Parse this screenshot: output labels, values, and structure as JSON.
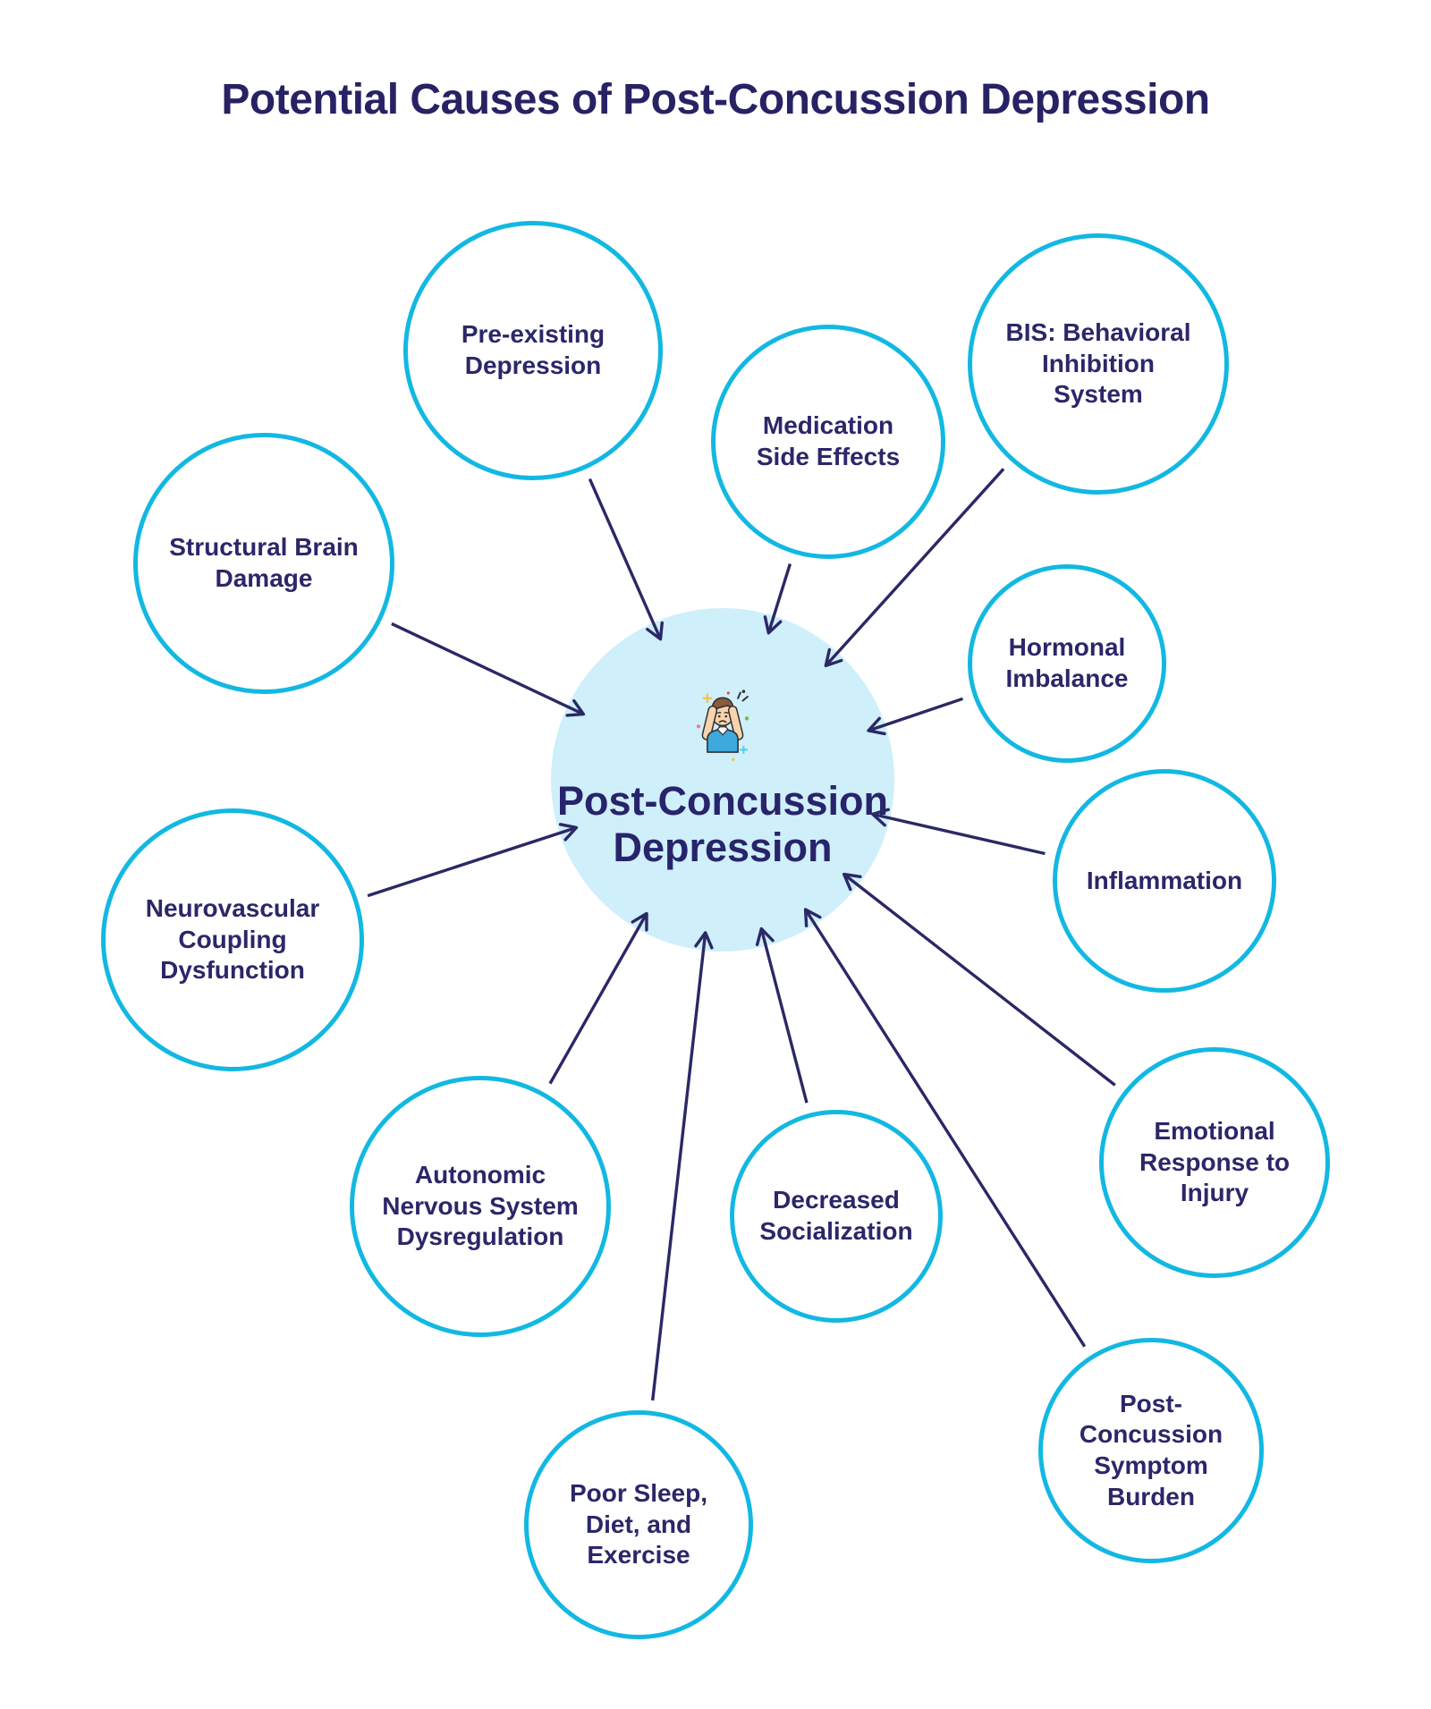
{
  "title": "Potential Causes of Post-Concussion Depression",
  "center": {
    "icon": "stressed-person-icon",
    "lines": [
      "Post-Concussion",
      "Depression"
    ]
  },
  "causes": [
    {
      "id": "pre-existing-depression",
      "label": "Pre-existing Depression",
      "lines": [
        "Pre-existing",
        "Depression"
      ]
    },
    {
      "id": "medication-side-effects",
      "label": "Medication Side Effects",
      "lines": [
        "Medication",
        "Side Effects"
      ]
    },
    {
      "id": "bis-behavioral-inhibition-system",
      "label": "BIS: Behavioral Inhibition System",
      "lines": [
        "BIS: Behavioral",
        "Inhibition",
        "System"
      ]
    },
    {
      "id": "structural-brain-damage",
      "label": "Structural Brain Damage",
      "lines": [
        "Structural Brain",
        "Damage"
      ]
    },
    {
      "id": "hormonal-imbalance",
      "label": "Hormonal Imbalance",
      "lines": [
        "Hormonal",
        "Imbalance"
      ]
    },
    {
      "id": "inflammation",
      "label": "Inflammation",
      "lines": [
        "Inflammation"
      ]
    },
    {
      "id": "neurovascular-coupling-dysfunction",
      "label": "Neurovascular Coupling Dysfunction",
      "lines": [
        "Neurovascular",
        "Coupling",
        "Dysfunction"
      ]
    },
    {
      "id": "autonomic-nervous-system-dysregulation",
      "label": "Autonomic Nervous System Dysregulation",
      "lines": [
        "Autonomic",
        "Nervous System",
        "Dysregulation"
      ]
    },
    {
      "id": "decreased-socialization",
      "label": "Decreased Socialization",
      "lines": [
        "Decreased",
        "Socialization"
      ]
    },
    {
      "id": "poor-sleep-diet-and-exercise",
      "label": "Poor Sleep, Diet, and Exercise",
      "lines": [
        "Poor Sleep,",
        "Diet, and",
        "Exercise"
      ]
    },
    {
      "id": "emotional-response-to-injury",
      "label": "Emotional Response to Injury",
      "lines": [
        "Emotional",
        "Response to",
        "Injury"
      ]
    },
    {
      "id": "post-concussion-symptom-burden",
      "label": "Post-Concussion Symptom Burden",
      "lines": [
        "Post-",
        "Concussion",
        "Symptom",
        "Burden"
      ]
    }
  ],
  "colors": {
    "background": "#ffffff",
    "title_text": "#272264",
    "node_border": "#12b8e2",
    "node_text": "#2b2769",
    "central_fill": "#cfeffa",
    "arrow": "#2b2866"
  }
}
